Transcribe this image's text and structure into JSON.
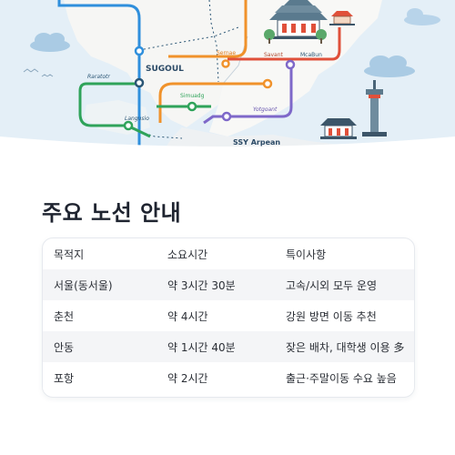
{
  "map": {
    "labels": {
      "sugoul": "SUGOUL",
      "raratotr": "Raratotr",
      "langusio": "Langusio",
      "sernae": "Sernae",
      "savant": "Savant",
      "mcabun": "McaBun",
      "simuadg": "Simuadg",
      "yotgoant": "Yotgoant",
      "ssy_arpear": "SSY Arpean"
    }
  },
  "section": {
    "title": "주요 노선 안내"
  },
  "table": {
    "headers": [
      "목적지",
      "소요시간",
      "특이사항"
    ],
    "rows": [
      [
        "서울(동서울)",
        "약 3시간 30분",
        "고속/시외 모두 운영"
      ],
      [
        "춘천",
        "약 4시간",
        "강원 방면 이동 추천"
      ],
      [
        "안동",
        "약 1시간 40분",
        "잦은 배차, 대학생 이용 多"
      ],
      [
        "포항",
        "약 2시간",
        "출근·주말이동 수요 높음"
      ]
    ]
  },
  "colors": {
    "route_blue": "#2f8fdc",
    "route_orange": "#f0922b",
    "route_red": "#e0503a",
    "route_green": "#2fa35a",
    "route_purple": "#7e68c9",
    "sky": "#e3eef6",
    "land": "#f7f7f5"
  }
}
